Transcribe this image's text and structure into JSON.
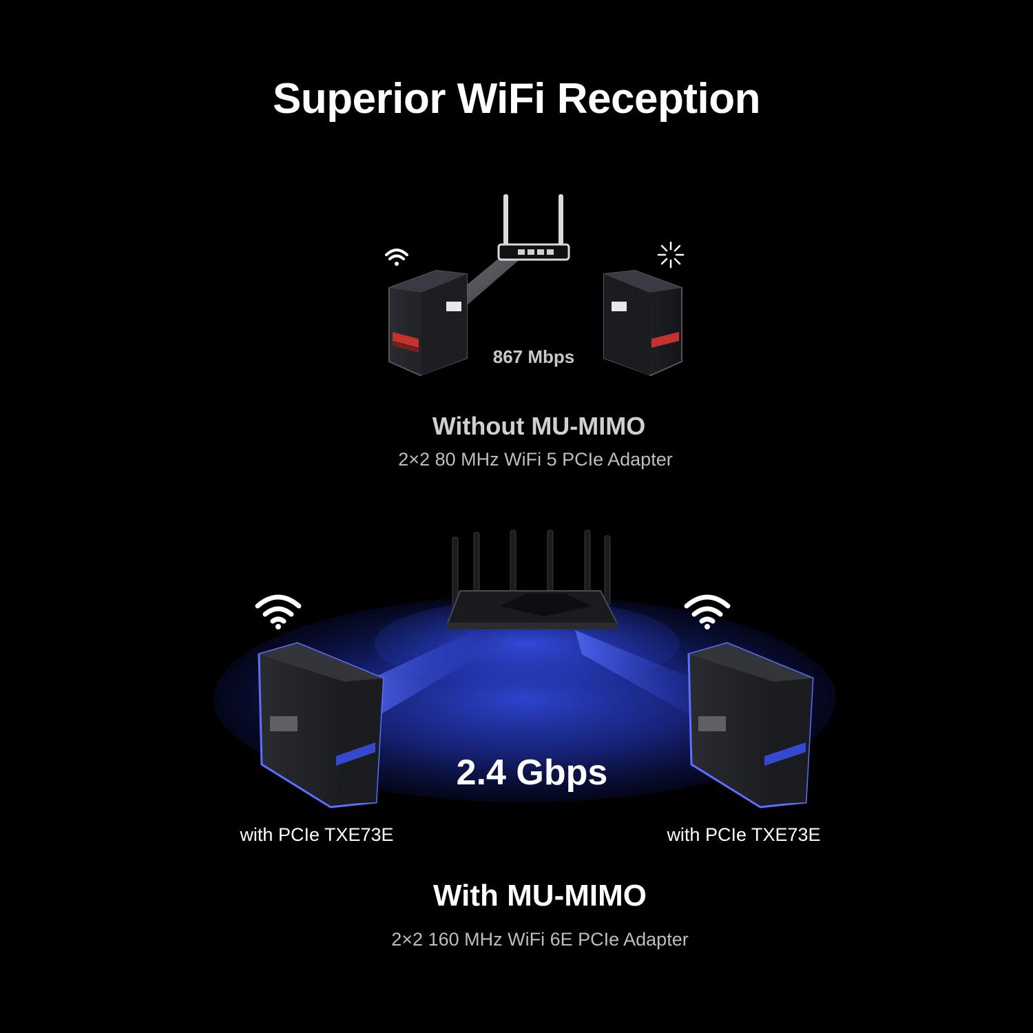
{
  "title": "Superior WiFi Reception",
  "without": {
    "speed": "867 Mbps",
    "heading": "Without MU-MIMO",
    "subheading": "2×2 80 MHz WiFi 5 PCIe Adapter"
  },
  "with": {
    "speed": "2.4 Gbps",
    "heading": "With MU-MIMO",
    "subheading": "2×2 160 MHz WiFi 6E PCIe Adapter",
    "left_pc_label": "with PCIe TXE73E",
    "right_pc_label": "with PCIe TXE73E"
  },
  "colors": {
    "background": "#000000",
    "signal_blue": "#3a4fd6",
    "accent_red": "#c4322c"
  }
}
